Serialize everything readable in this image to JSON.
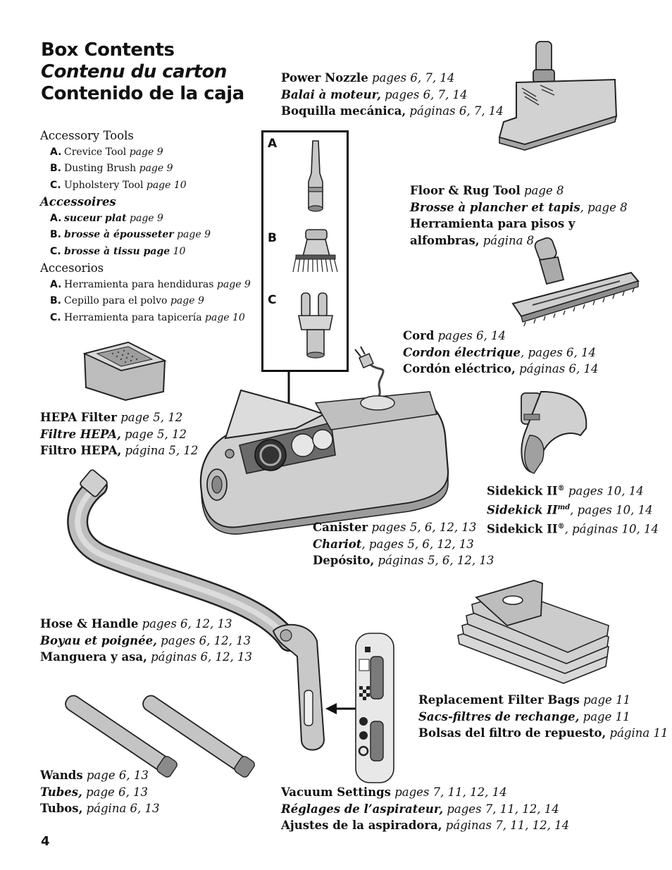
{
  "title": {
    "en": "Box Contents",
    "fr": "Contenu du carton",
    "es": "Contenido de la caja"
  },
  "accessory_tools": {
    "en_heading": "Accessory Tools",
    "en_items": [
      {
        "letter": "A.",
        "name": "Crevice Tool",
        "page": "page 9"
      },
      {
        "letter": "B.",
        "name": "Dusting Brush",
        "page": "page 9"
      },
      {
        "letter": "C.",
        "name": "Upholstery Tool",
        "page": "page 10"
      }
    ],
    "fr_heading": "Accessoires",
    "fr_items": [
      {
        "letter": "A.",
        "name": "suceur plat",
        "page": "page 9"
      },
      {
        "letter": "B.",
        "name": "brosse à épousseter",
        "page": "page 9"
      },
      {
        "letter": "C.",
        "name": "brosse à tissu page",
        "page": "10"
      }
    ],
    "es_heading": "Accesorios",
    "es_items": [
      {
        "letter": "A.",
        "name": "Herramienta para hendiduras",
        "page": "page 9"
      },
      {
        "letter": "B.",
        "name": "Cepillo para el polvo",
        "page": "page 9"
      },
      {
        "letter": "C.",
        "name": "Herramienta para tapicería",
        "page": "page 10"
      }
    ]
  },
  "tool_box_labels": [
    "A",
    "B",
    "C"
  ],
  "power_nozzle": {
    "en": "Power Nozzle",
    "en_pages": "pages 6, 7, 14",
    "fr": "Balai à moteur,",
    "fr_pages": "pages 6, 7, 14",
    "es": "Boquilla mecánica,",
    "es_pages": "páginas 6, 7, 14"
  },
  "floor_rug_tool": {
    "en": "Floor & Rug Tool",
    "en_pages": "page 8",
    "fr": "Brosse à plancher et tapis",
    "fr_pages": ", page 8",
    "es_line1": "Herramienta para pisos y",
    "es_line2": "alfombras,",
    "es_pages": "página 8"
  },
  "cord": {
    "en": "Cord",
    "en_pages": "pages 6, 14",
    "fr": "Cordon électrique",
    "fr_pages": ", pages 6, 14",
    "es": "Cordón eléctrico,",
    "es_pages": "páginas 6, 14"
  },
  "hepa_filter": {
    "en": "HEPA Filter",
    "en_pages": "page 5, 12",
    "fr": "Filtre HEPA,",
    "fr_pages": "page 5, 12",
    "es": "Filtro HEPA,",
    "es_pages": "página 5, 12"
  },
  "sidekick": {
    "en": "Sidekick II",
    "en_sup": "®",
    "en_pages": "pages 10, 14",
    "fr": "Sidekick II",
    "fr_sup": "md",
    "fr_pages": ", pages 10, 14",
    "es": "Sidekick II",
    "es_sup": "®",
    "es_pages": ", páginas 10, 14"
  },
  "canister": {
    "en": "Canister",
    "en_pages": "pages 5, 6, 12, 13",
    "fr": "Chariot",
    "fr_pages": ", pages 5, 6, 12, 13",
    "es": "Depósito,",
    "es_pages": "páginas 5, 6, 12, 13"
  },
  "hose_handle": {
    "en": "Hose & Handle",
    "en_pages": "pages 6, 12, 13",
    "fr": "Boyau et poignée,",
    "fr_pages": "pages 6, 12, 13",
    "es": "Manguera y asa,",
    "es_pages": "páginas 6, 12, 13"
  },
  "filter_bags": {
    "en": "Replacement Filter Bags",
    "en_pages": "page 11",
    "fr": "Sacs-filtres de rechange,",
    "fr_pages": "page 11",
    "es": "Bolsas del filtro de repuesto,",
    "es_pages": "página 11"
  },
  "wands": {
    "en": "Wands",
    "en_pages": "page 6, 13",
    "fr": "Tubes,",
    "fr_pages": "page 6, 13",
    "es": "Tubos,",
    "es_pages": "página 6, 13"
  },
  "vacuum_settings": {
    "en": "Vacuum Settings",
    "en_pages": "pages 7, 11, 12, 14",
    "fr": "Réglages de l’aspirateur,",
    "fr_pages": "pages 7, 11, 12, 14",
    "es": "Ajustes de la aspiradora,",
    "es_pages": "páginas 7, 11, 12, 14"
  },
  "page_number": "4"
}
